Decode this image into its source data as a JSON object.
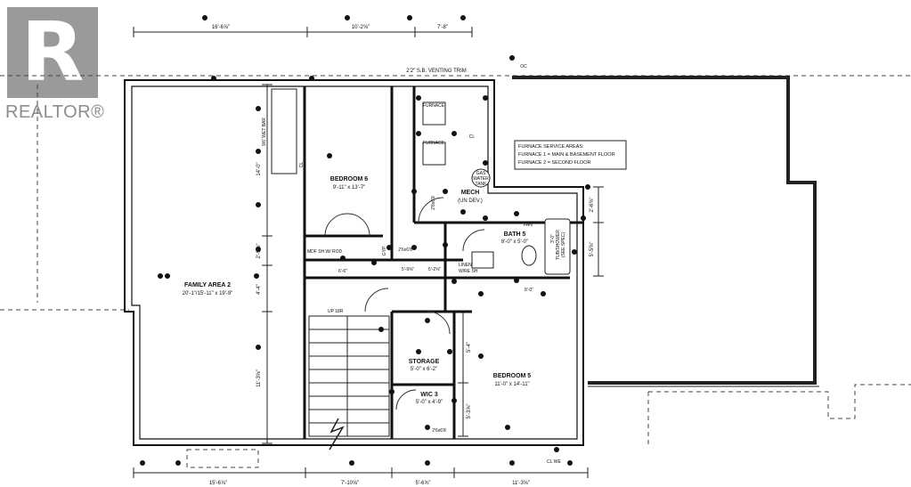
{
  "brand": {
    "wordmark": "REALTOR®"
  },
  "top_dims": [
    "16'-6⅞\"",
    "10'-2⅝\"",
    "7'-8\""
  ],
  "bottom_dims": [
    "15'-6⅞\"",
    "7'-10⅝\"",
    "5'-6⅝\"",
    "11'-3⅝\""
  ],
  "left_dims": [
    "14'-0\"",
    "2'-9⅞\"",
    "4'-4\"",
    "11'-3⅝\""
  ],
  "right_dims": [
    "2'-6⅜\"",
    "5'-5⅜\"",
    "5'-4\"",
    "5'-3⅝\""
  ],
  "notes": {
    "venting": "2'2\" S.B. VENTING TRIM"
  },
  "rooms": {
    "bedroom6": {
      "name": "BEDROOM 6",
      "dim": "9'-11\" x 13'-7\""
    },
    "mech": {
      "name": "MECH",
      "sub": "(UN DEV.)"
    },
    "bath5": {
      "name": "BATH 5",
      "dim": "8'-0\" x 5'-0\""
    },
    "family": {
      "name": "FAMILY AREA 2",
      "dim": "20'-1\"/15'-11\" x 19'-9\""
    },
    "storage": {
      "name": "STORAGE",
      "dim": "5'-0\" x 6'-2\""
    },
    "bedroom5": {
      "name": "BEDROOM 5",
      "dim": "11'-0\" x 14'-11\""
    },
    "wic3": {
      "name": "WIC 3",
      "dim": "5'-0\" x 4'-9\""
    }
  },
  "labels": {
    "furnace1": "FURNACE",
    "furnace2": "FURNACE",
    "gas_tank": [
      "GAS",
      "WATER",
      "TANK"
    ],
    "linen": [
      "LINEN",
      "W/RE SH"
    ],
    "wet_bar": "9/6' WET BAR",
    "wet_bar_sub": "CL",
    "mdf": "MDF SH W/ ROD",
    "shower": [
      "3'-0\"",
      "TUB/SHOWER",
      "(SEE SPEC)"
    ],
    "up_stairs": "UP 18R",
    "door_26": "2'6x6'8",
    "door_28": "2'8x6'8",
    "door_lin": "2'6x6'8",
    "dim_56": "5'-9⅝\"",
    "dim_52": "5'-2⅝\"",
    "dim_66": "6'-6\"",
    "dim_80": "8'-0\"",
    "cl": "CL",
    "gyp": "GYP",
    "fan": "FAN",
    "oc": "OC",
    "cl_we": "CL WE"
  },
  "furnace_service": {
    "title": "FURNACE SERVICE AREAS:",
    "line1": "FURNACE 1 = MAIN & BASEMENT FLOOR",
    "line2": "FURNACE 2 = SECOND FLOOR"
  }
}
